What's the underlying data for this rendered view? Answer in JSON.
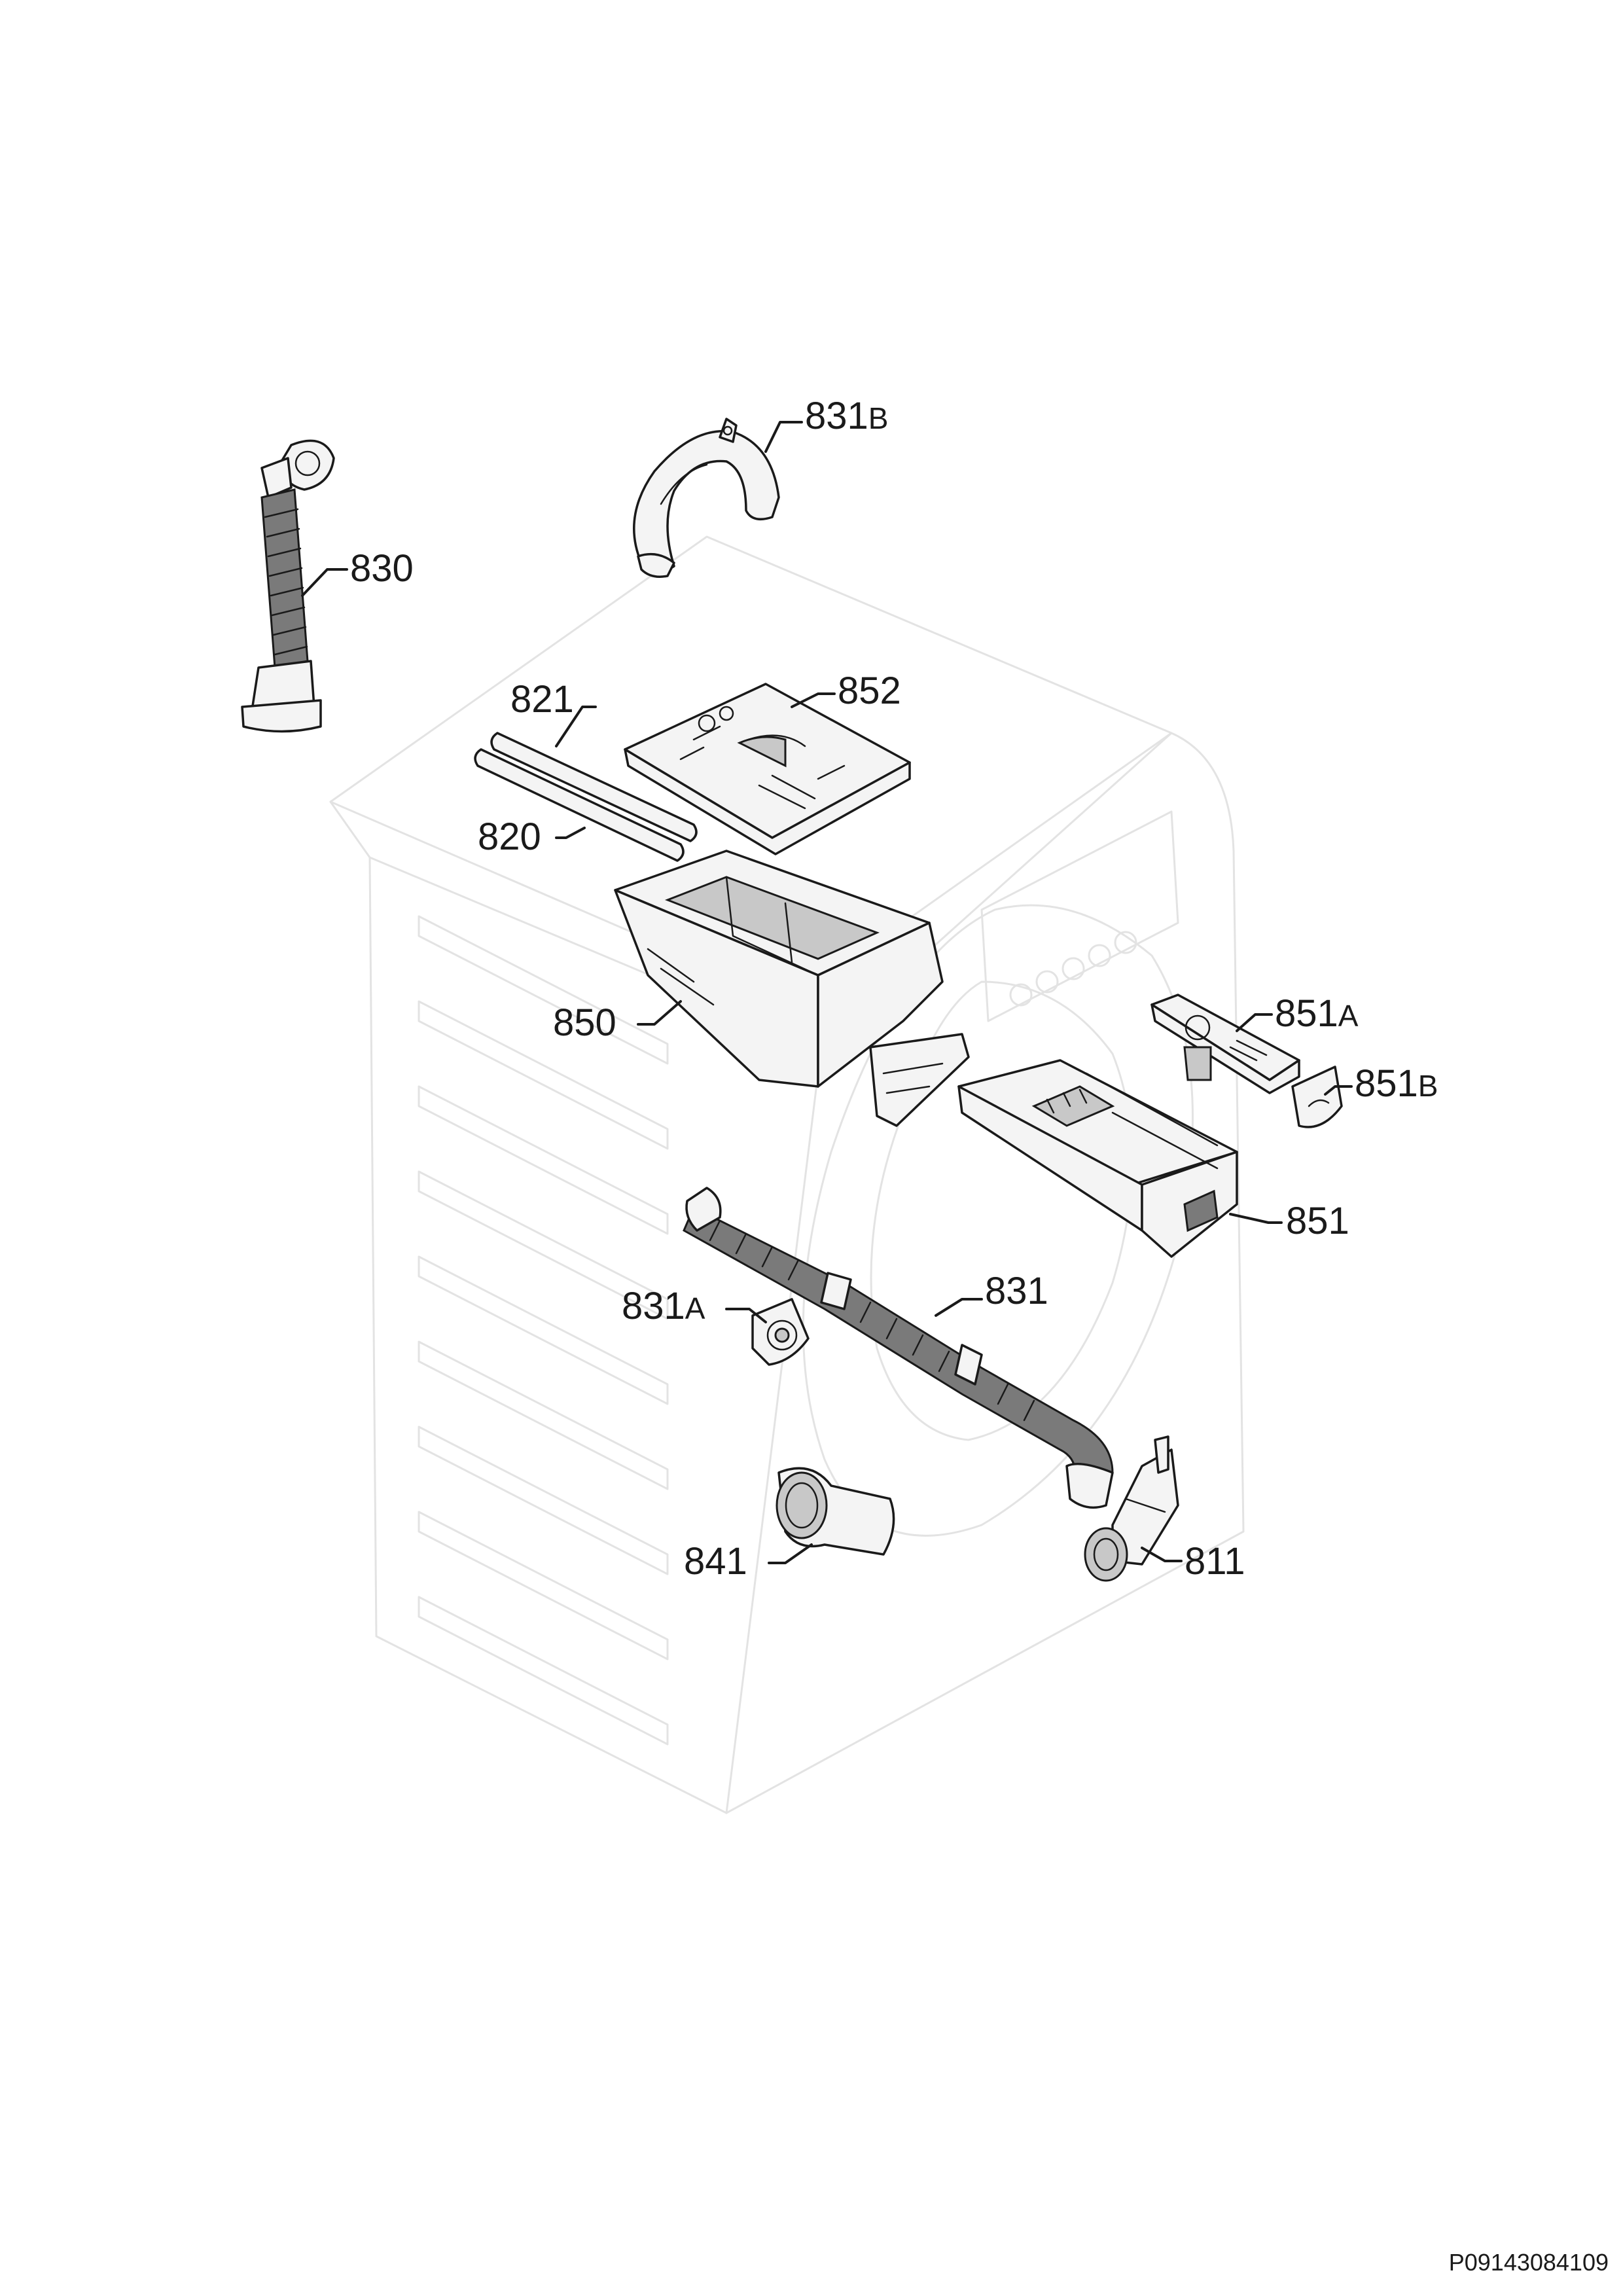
{
  "callouts": {
    "c831b": {
      "number": "831",
      "suffix": "B"
    },
    "c830": {
      "number": "830"
    },
    "c821": {
      "number": "821"
    },
    "c852": {
      "number": "852"
    },
    "c820": {
      "number": "820"
    },
    "c850": {
      "number": "850"
    },
    "c851a": {
      "number": "851",
      "suffix": "A"
    },
    "c851b": {
      "number": "851",
      "suffix": "B"
    },
    "c851": {
      "number": "851"
    },
    "c831a": {
      "number": "831",
      "suffix": "A"
    },
    "c831": {
      "number": "831"
    },
    "c841": {
      "number": "841"
    },
    "c811": {
      "number": "811"
    }
  },
  "drawing_code": "P09143084109"
}
